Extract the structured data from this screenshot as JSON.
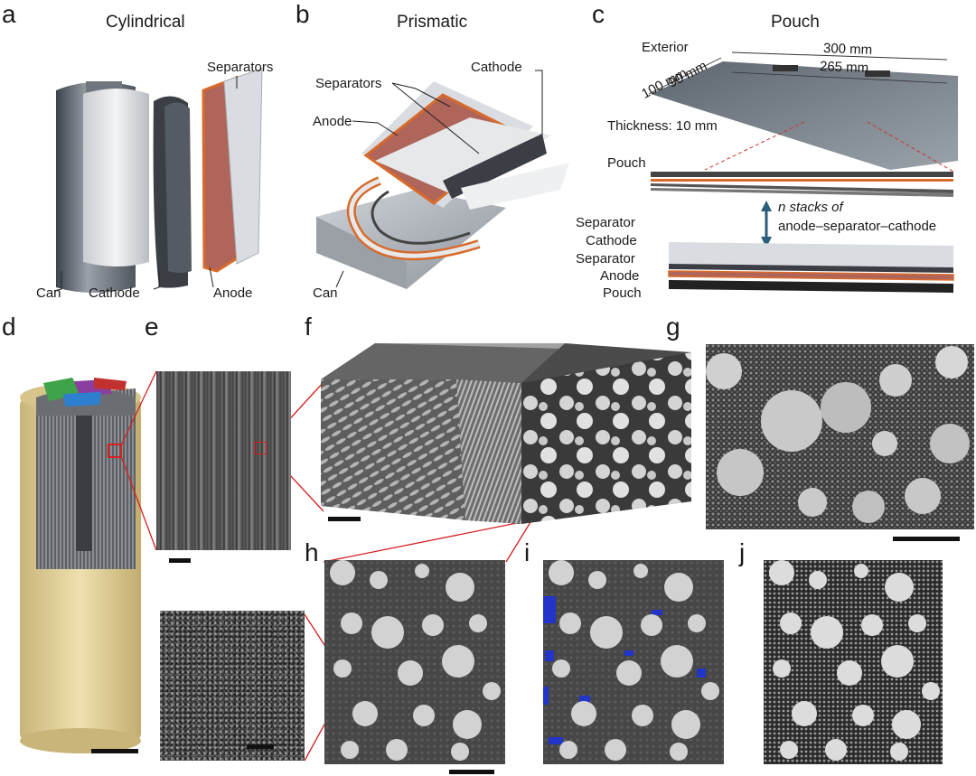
{
  "panels": {
    "a": {
      "letter": "a",
      "title": "Cylindrical",
      "labels": {
        "separators": "Separators",
        "can": "Can",
        "cathode": "Cathode",
        "anode": "Anode"
      }
    },
    "b": {
      "letter": "b",
      "title": "Prismatic",
      "labels": {
        "separators": "Separators",
        "cathode": "Cathode",
        "anode": "Anode",
        "can": "Can"
      }
    },
    "c": {
      "letter": "c",
      "title": "Pouch",
      "labels": {
        "exterior": "Exterior",
        "dim_300": "300 mm",
        "dim_265": "265 mm",
        "dim_100": "100 mm",
        "dim_90": "90 mm",
        "thickness": "Thickness: 10 mm",
        "pouch_top": "Pouch",
        "n_stacks_1": "n stacks of",
        "n_stacks_2": "anode–separator–cathode",
        "separator1": "Separator",
        "cathode": "Cathode",
        "separator2": "Separator",
        "anode": "Anode",
        "pouch_bottom": "Pouch"
      }
    },
    "d": {
      "letter": "d"
    },
    "e": {
      "letter": "e"
    },
    "f": {
      "letter": "f"
    },
    "g": {
      "letter": "g"
    },
    "h": {
      "letter": "h"
    },
    "i": {
      "letter": "i"
    },
    "j": {
      "letter": "j"
    }
  },
  "colors": {
    "can_gray": "#5f6670",
    "cathode_dark": "#3b3f45",
    "separator_light": "#d9dde2",
    "anode_copper": "#b0655a",
    "orange_edge": "#d86a2a",
    "cell_tan": "#e9d69e",
    "zoom_red": "#d62020",
    "pore_blue": "#2235c8"
  }
}
